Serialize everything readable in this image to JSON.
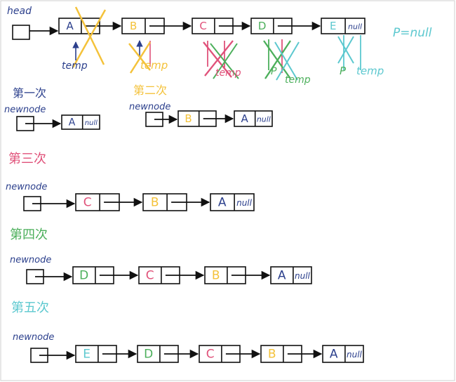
{
  "colors": {
    "ink": "#111111",
    "navy": "#2b3f8c",
    "yellow": "#f4c23a",
    "pink": "#e0527a",
    "green": "#4caf5b",
    "cyan": "#5cc8cf"
  },
  "labels": {
    "head": "head",
    "temp": "temp",
    "newnode": "newnode",
    "p_null": "P=null",
    "p": "P",
    "null": "null",
    "round1": "第一次",
    "round2": "第二次",
    "round3": "第三次",
    "round4": "第四次",
    "round5": "第五次"
  },
  "head_list": {
    "nodes": [
      {
        "value": "A",
        "next": ""
      },
      {
        "value": "B",
        "next": ""
      },
      {
        "value": "C",
        "next": ""
      },
      {
        "value": "D",
        "next": ""
      },
      {
        "value": "E",
        "next": "null"
      }
    ]
  },
  "rounds": [
    {
      "label_key": "round1",
      "nodes": [
        {
          "value": "A",
          "next": "null"
        }
      ]
    },
    {
      "label_key": "round2",
      "nodes": [
        {
          "value": "B",
          "next": ""
        },
        {
          "value": "A",
          "next": "null"
        }
      ]
    },
    {
      "label_key": "round3",
      "nodes": [
        {
          "value": "C",
          "next": ""
        },
        {
          "value": "B",
          "next": ""
        },
        {
          "value": "A",
          "next": "null"
        }
      ]
    },
    {
      "label_key": "round4",
      "nodes": [
        {
          "value": "D",
          "next": ""
        },
        {
          "value": "C",
          "next": ""
        },
        {
          "value": "B",
          "next": ""
        },
        {
          "value": "A",
          "next": "null"
        }
      ]
    },
    {
      "label_key": "round5",
      "nodes": [
        {
          "value": "E",
          "next": ""
        },
        {
          "value": "D",
          "next": ""
        },
        {
          "value": "C",
          "next": ""
        },
        {
          "value": "B",
          "next": ""
        },
        {
          "value": "A",
          "next": "null"
        }
      ]
    }
  ]
}
